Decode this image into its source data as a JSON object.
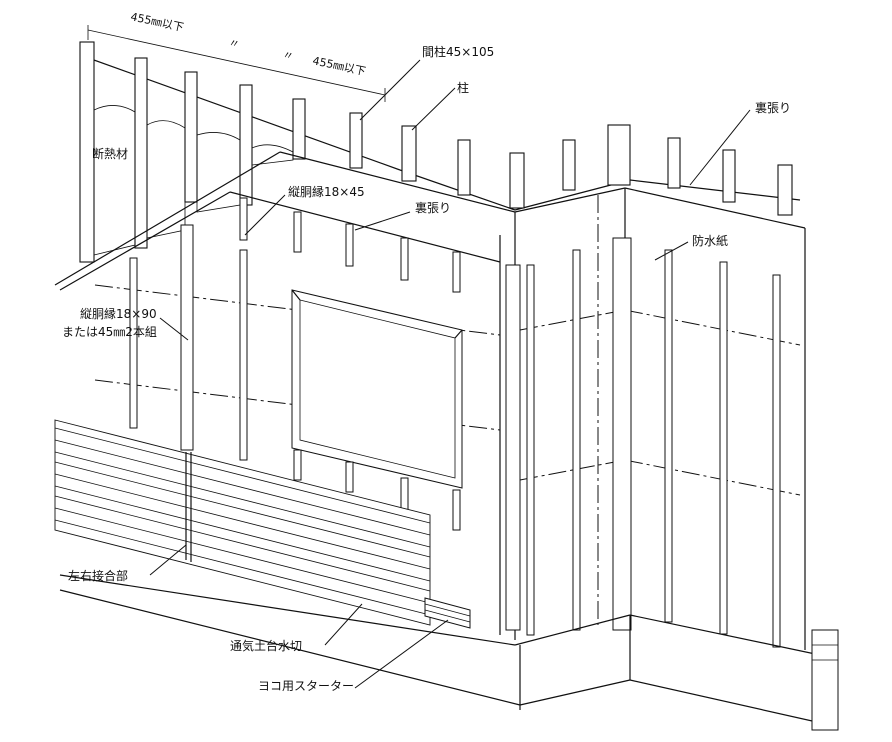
{
  "labels": {
    "spacing_left": "455㎜以下",
    "ditto_1": "〃",
    "ditto_2": "〃",
    "spacing_right": "455㎜以下",
    "stud": "間柱45×105",
    "column": "柱",
    "sheathing_top": "裏張り",
    "insulation": "断熱材",
    "vertical_furring_small": "縦胴縁18×45",
    "sheathing_mid": "裏張り",
    "waterproof_paper": "防水紙",
    "vertical_furring_large_line1": "縦胴縁18×90",
    "vertical_furring_large_line2": "または45㎜2本組",
    "lateral_joint": "左右接合部",
    "ventilated_sill_flashing": "通気土台水切",
    "horizontal_starter": "ヨコ用スターター"
  }
}
